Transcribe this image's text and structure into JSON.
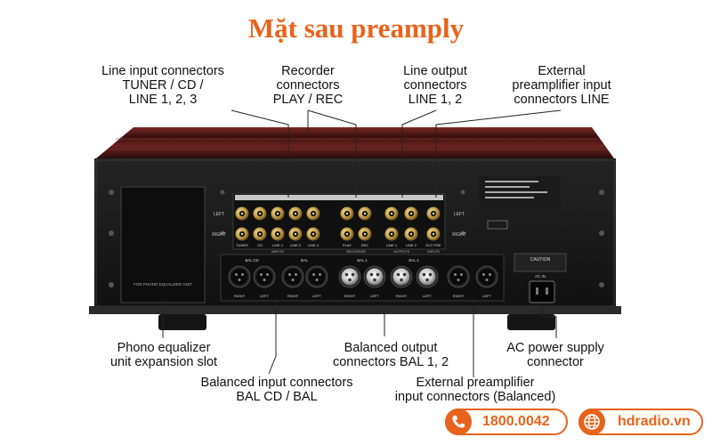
{
  "title": "Mặt sau preamply",
  "labels": {
    "line_input": "Line input connectors\nTUNER / CD /\nLINE 1, 2, 3",
    "recorder": "Recorder\nconnectors\nPLAY / REC",
    "line_output": "Line output\nconnectors\nLINE 1, 2",
    "ext_pre_line": "External\npreamplifier input\nconnectors LINE",
    "phono": "Phono equalizer\nunit expansion slot",
    "bal_output": "Balanced output\nconnectors BAL 1, 2",
    "ac_power": "AC power supply\nconnector",
    "bal_input": "Balanced input connectors\nBAL CD / BAL",
    "ext_pre_bal": "External preamplifier\ninput connectors (Balanced)"
  },
  "panel_text": {
    "left": "LEFT",
    "right": "RIGHT",
    "slot_label": "FOR PHONO EQUALIZER UNIT",
    "rca_labels": [
      "TUNER",
      "CD",
      "LINE 1",
      "LINE 2",
      "LINE 3",
      "PLAY",
      "REC",
      "LINE 1",
      "LINE 2",
      "EXT PRE"
    ],
    "group_labels": [
      "INPUTS",
      "RECORDER",
      "OUTPUTS",
      "INPUTS"
    ],
    "xlr_groups": [
      "BAL CD",
      "BAL",
      "BAL 1",
      "BAL 2"
    ],
    "xlr_sides": [
      "RIGHT",
      "LEFT",
      "RIGHT",
      "LEFT",
      "RIGHT",
      "LEFT",
      "RIGHT",
      "LEFT",
      "RIGHT",
      "LEFT"
    ],
    "caution": "CAUTION",
    "ac_in": "AC IN"
  },
  "contact": {
    "phone": "1800.0042",
    "website": "hdradio.vn"
  },
  "colors": {
    "accent": "#e8631c",
    "chassis": "#1a1a1a",
    "wood": "#5a1c1c"
  }
}
